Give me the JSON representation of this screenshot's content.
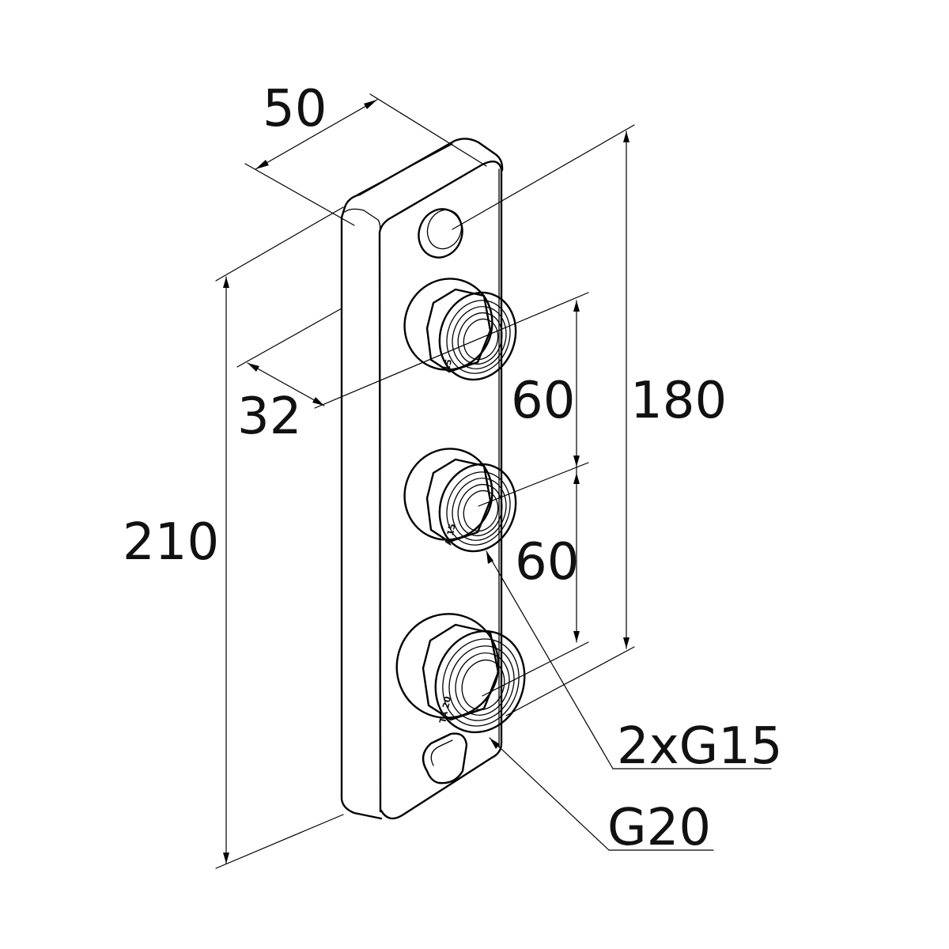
{
  "dimensions": {
    "depth": "50",
    "offset": "32",
    "spacing_upper": "60",
    "spacing_lower": "60",
    "hole_span": "180",
    "total_height": "210"
  },
  "callouts": {
    "small_ports": "2xG15",
    "large_port": "G20"
  },
  "stamps": {
    "upper": "15",
    "middle": "A 15",
    "lower": "TA 20"
  }
}
